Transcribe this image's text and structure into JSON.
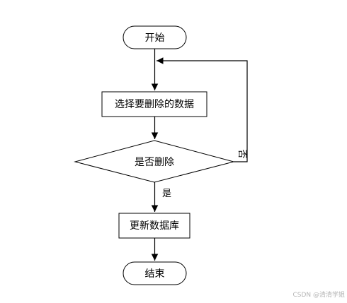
{
  "flowchart": {
    "start": "开始",
    "select": "选择要删除的数据",
    "decision": "是否删除",
    "update": "更新数据库",
    "end": "结束",
    "yes_label": "是",
    "no_label": "否"
  },
  "watermark": "CSDN @清清学姐",
  "colors": {
    "stroke": "#000000",
    "background": "#ffffff",
    "watermark": "#b5b5b5"
  }
}
